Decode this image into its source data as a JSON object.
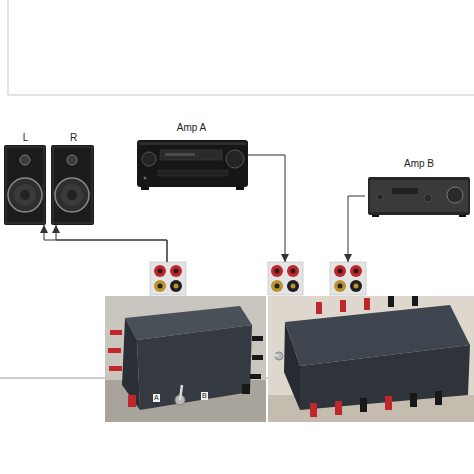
{
  "diagram": {
    "nodes": [
      {
        "text": [
          "L"
        ]
      },
      {
        "text": [
          "R"
        ]
      },
      {
        "text": [
          "Amp A"
        ]
      },
      {
        "text": [
          "Amp B"
        ]
      },
      {
        "text": [
          "A",
          "B"
        ]
      }
    ],
    "edges": [
      {
        "from": 2,
        "to": 4,
        "arrow": "to"
      },
      {
        "from": 3,
        "to": 4,
        "arrow": "to"
      },
      {
        "from": 4,
        "to": 0,
        "arrow": "to"
      },
      {
        "from": 4,
        "to": 1,
        "arrow": "to"
      }
    ]
  }
}
